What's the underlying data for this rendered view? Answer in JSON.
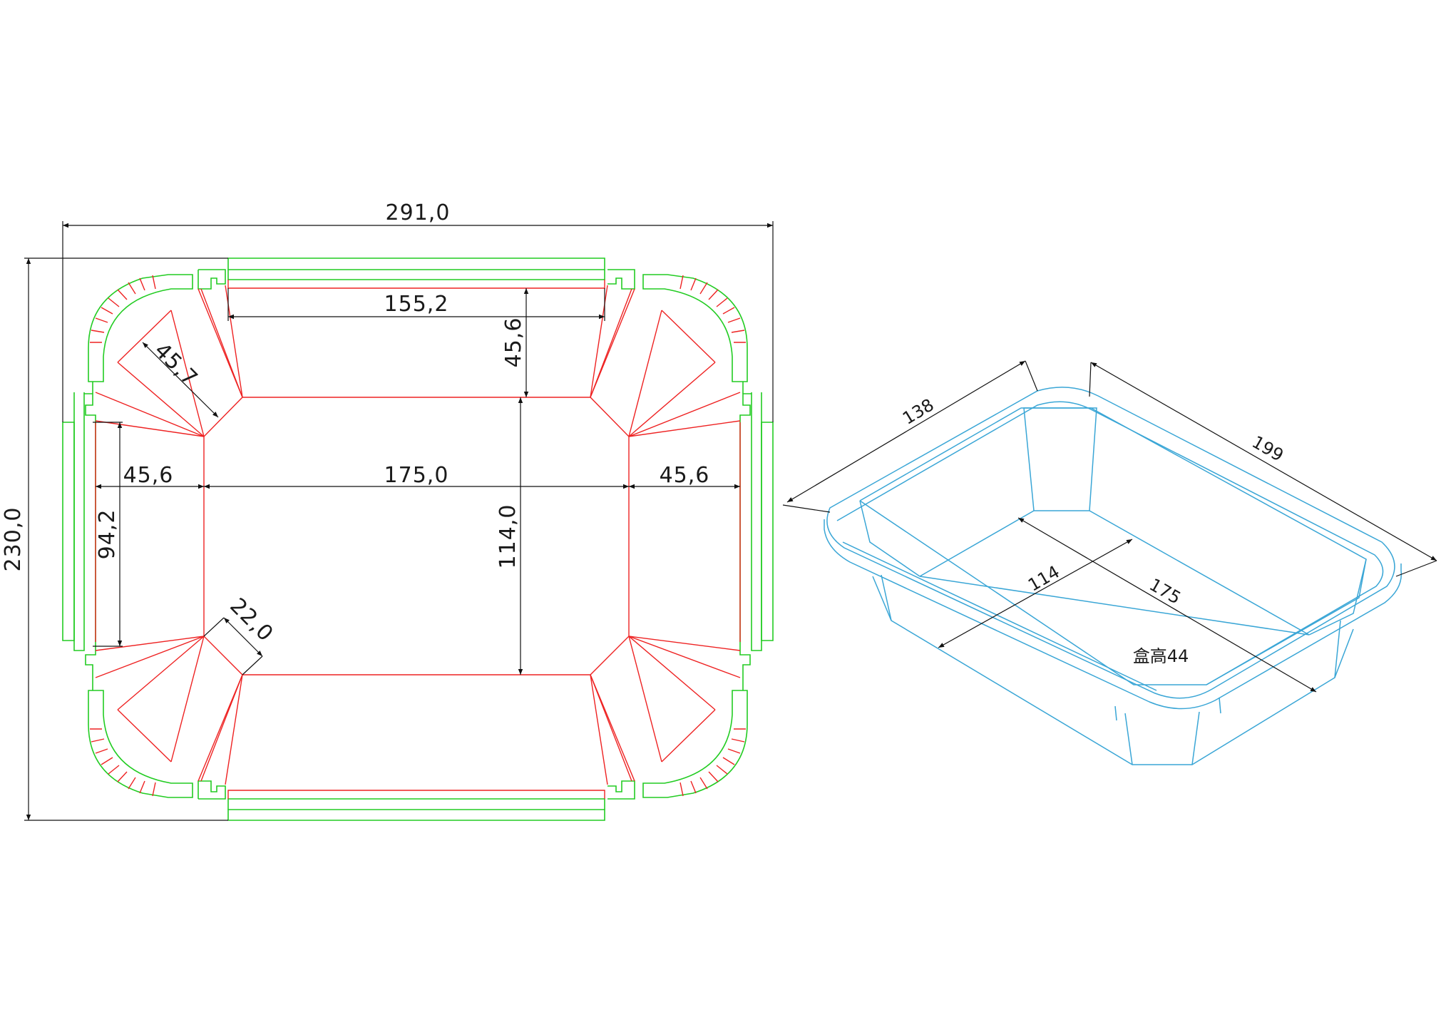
{
  "flat_pattern": {
    "overall_width": "291,0",
    "overall_height": "230,0",
    "top_inner_width": "155,2",
    "top_flap_depth": "45,6",
    "corner_diagonal": "45,7",
    "left_flap_width": "45,6",
    "base_width": "175,0",
    "right_flap_width": "45,6",
    "left_side_length": "94,2",
    "base_height": "114,0",
    "corner_chamfer": "22,0"
  },
  "isometric_view": {
    "length_138": "138",
    "length_199": "199",
    "inner_114": "114",
    "inner_175": "175",
    "box_height_label": "盒高44"
  },
  "colors": {
    "cut_line": "#22cc22",
    "fold_line": "#ee2222",
    "dimension": "#111111",
    "iso_line": "#3aa6d6"
  }
}
